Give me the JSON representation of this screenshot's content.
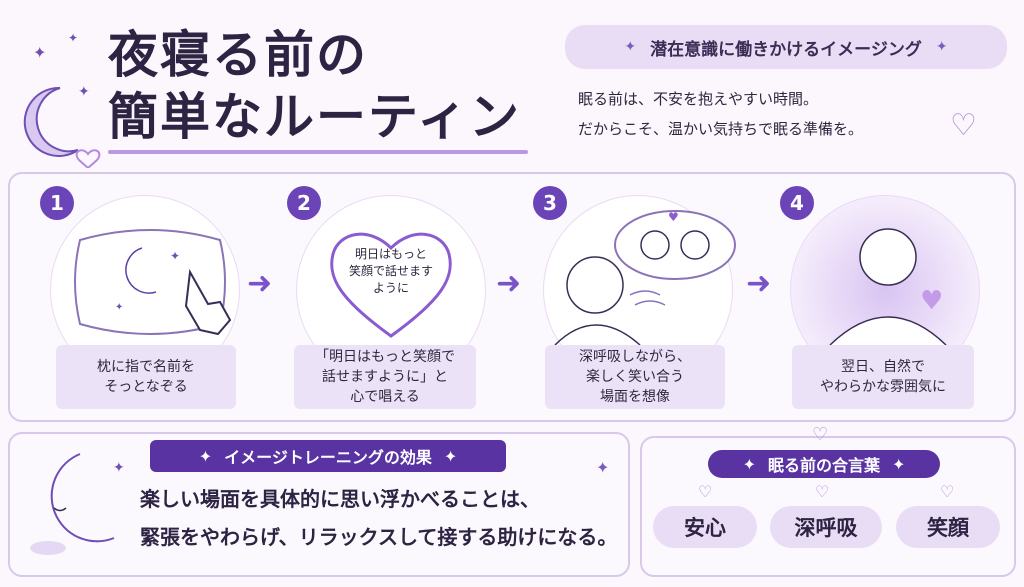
{
  "title": {
    "line1": "夜寝る前の",
    "line2": "簡単なルーティン"
  },
  "subtitle": "潜在意識に働きかけるイメージング",
  "intro": {
    "line1": "眠る前は、不安を抱えやすい時間。",
    "line2": "だからこそ、温かい気持ちで眠る準備を。"
  },
  "steps": [
    {
      "number": "1",
      "caption": "枕に指で名前を\nそっとなぞる"
    },
    {
      "number": "2",
      "bubble": "明日はもっと\n笑顔で話せます\nように",
      "caption": "「明日はもっと笑顔で\n話せますように」と\n心で唱える"
    },
    {
      "number": "3",
      "caption": "深呼吸しながら、\n楽しく笑い合う\n場面を想像"
    },
    {
      "number": "4",
      "caption": "翌日、自然で\nやわらかな雰囲気に"
    }
  ],
  "effect": {
    "label": "イメージトレーニングの効果",
    "line1": "楽しい場面を具体的に思い浮かべることは、",
    "line2": "緊張をやわらげ、リラックスして接する助けになる。"
  },
  "keywords": {
    "label": "眠る前の合言葉",
    "words": [
      "安心",
      "深呼吸",
      "笑顔"
    ]
  },
  "colors": {
    "accent": "#6b44b8",
    "pill": "#e9ddf6",
    "dark_pill": "#5a33a3",
    "background": "#fbf7fc"
  },
  "icons": [
    "moon-icon",
    "sparkle-icon",
    "heart-icon",
    "pillow-icon",
    "hand-icon",
    "arrow-right-icon",
    "face-icon"
  ]
}
